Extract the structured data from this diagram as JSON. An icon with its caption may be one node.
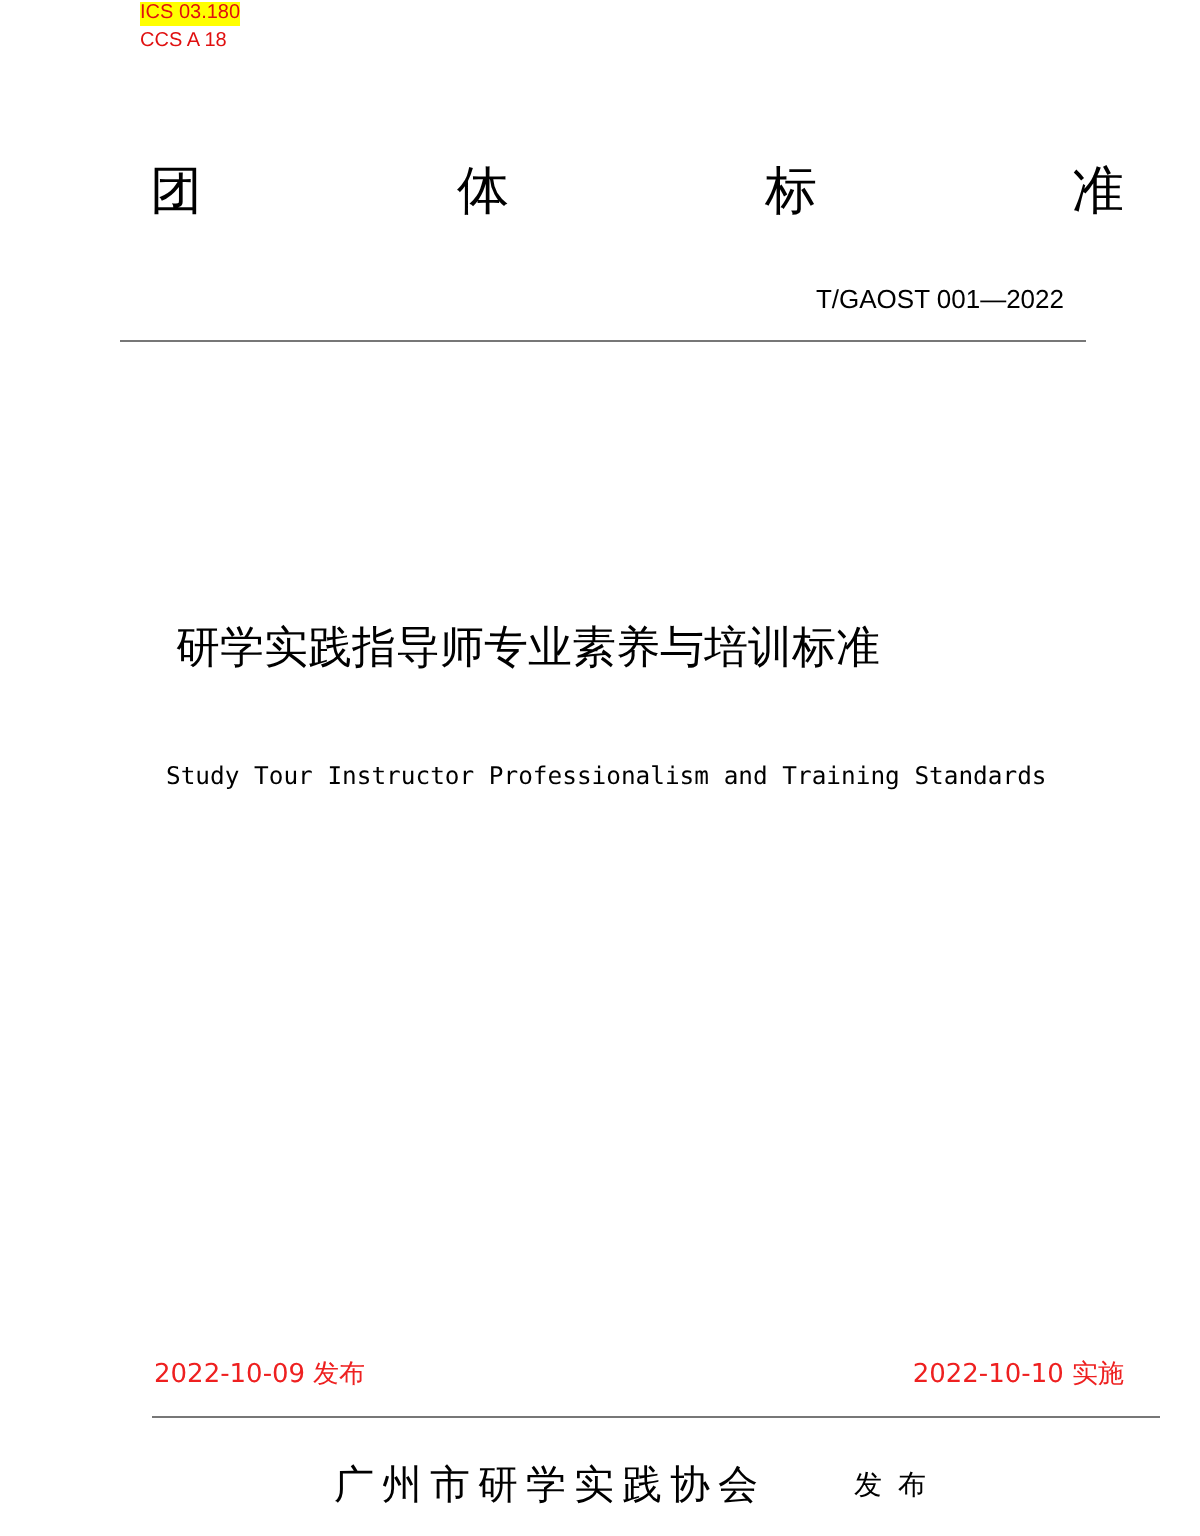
{
  "diagram": {
    "title": "研学实践指导师专业素养与培训标准",
    "labels": [
      "ICS 03.180",
      "CCS A 18",
      "团体标准",
      "T/GAOST 001—2022",
      "Study Tour Instructor Professionalism and Training Standards",
      "2022-10-09 发布",
      "2022-10-10 实施",
      "广州市研学实践协会",
      "发布"
    ]
  }
}
